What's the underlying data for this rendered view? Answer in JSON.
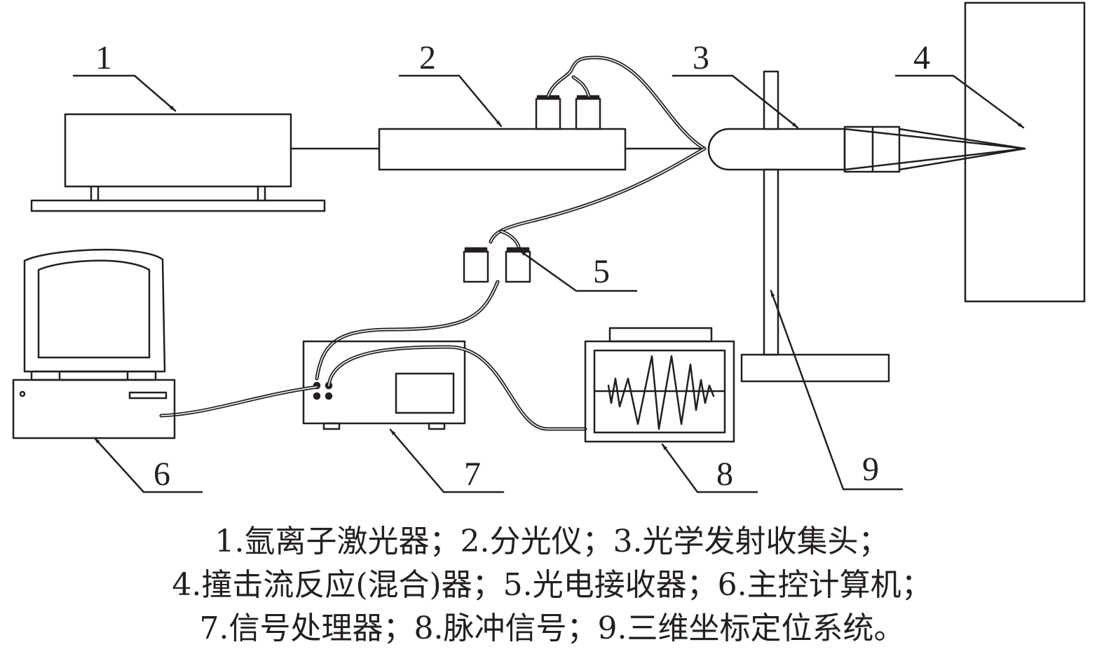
{
  "callouts": {
    "n1": "1",
    "n2": "2",
    "n3": "3",
    "n4": "4",
    "n5": "5",
    "n6": "6",
    "n7": "7",
    "n8": "8",
    "n9": "9"
  },
  "legend": {
    "line1": "1.氩离子激光器；2.分光仪；3.光学发射收集头；",
    "line2": "4.撞击流反应(混合)器；5.光电接收器；6.主控计算机；",
    "line3": "7.信号处理器；8.脉冲信号；9.三维坐标定位系统。"
  },
  "colors": {
    "stroke": "#231f20",
    "background": "#ffffff"
  }
}
